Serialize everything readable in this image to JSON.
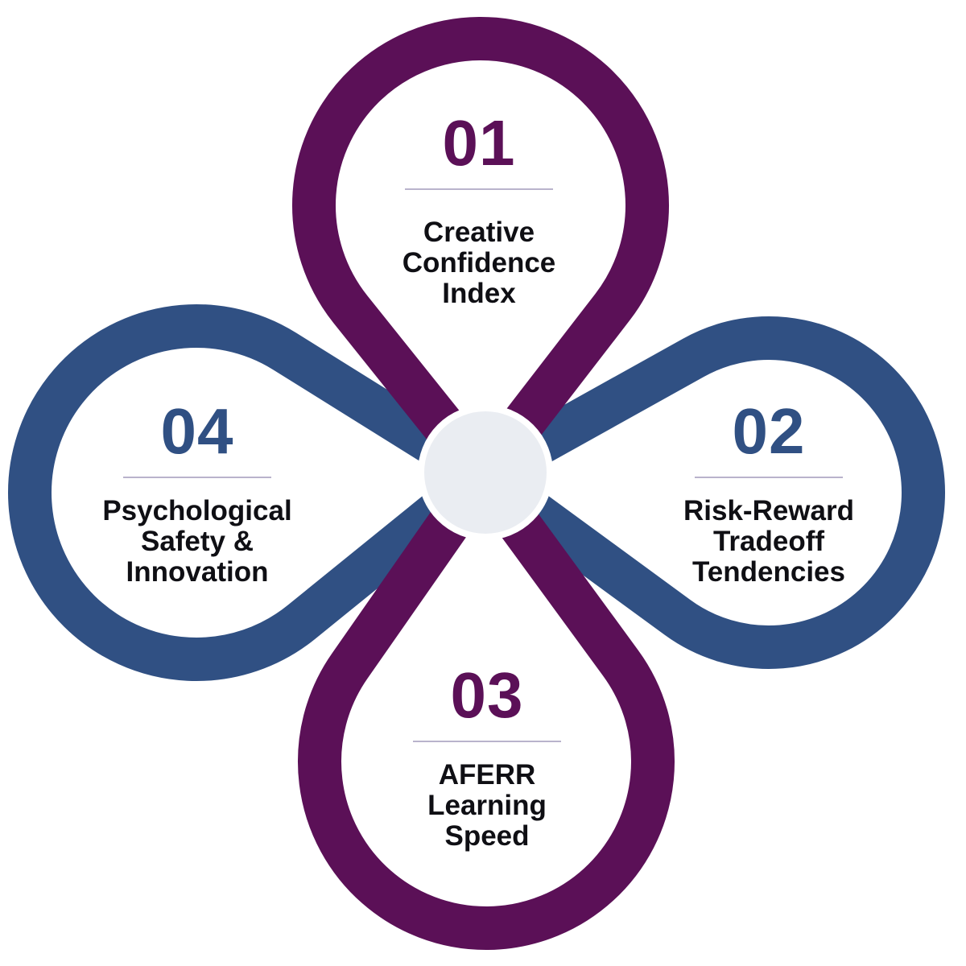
{
  "colors": {
    "purple": "#5b1057",
    "blue": "#305083",
    "center_fill": "#eaedf2",
    "center_stroke": "#ffffff",
    "rule": "#b9b3cc",
    "text": "#0f0f14"
  },
  "petals": [
    {
      "number": "01",
      "lines": [
        "Creative",
        "Confidence",
        "Index"
      ],
      "color": "purple"
    },
    {
      "number": "02",
      "lines": [
        "Risk-Reward",
        "Tradeoff",
        "Tendencies"
      ],
      "color": "blue"
    },
    {
      "number": "03",
      "lines": [
        "AFERR",
        "Learning",
        "Speed"
      ],
      "color": "purple"
    },
    {
      "number": "04",
      "lines": [
        "Psychological",
        "Safety &",
        "Innovation"
      ],
      "color": "blue"
    }
  ]
}
